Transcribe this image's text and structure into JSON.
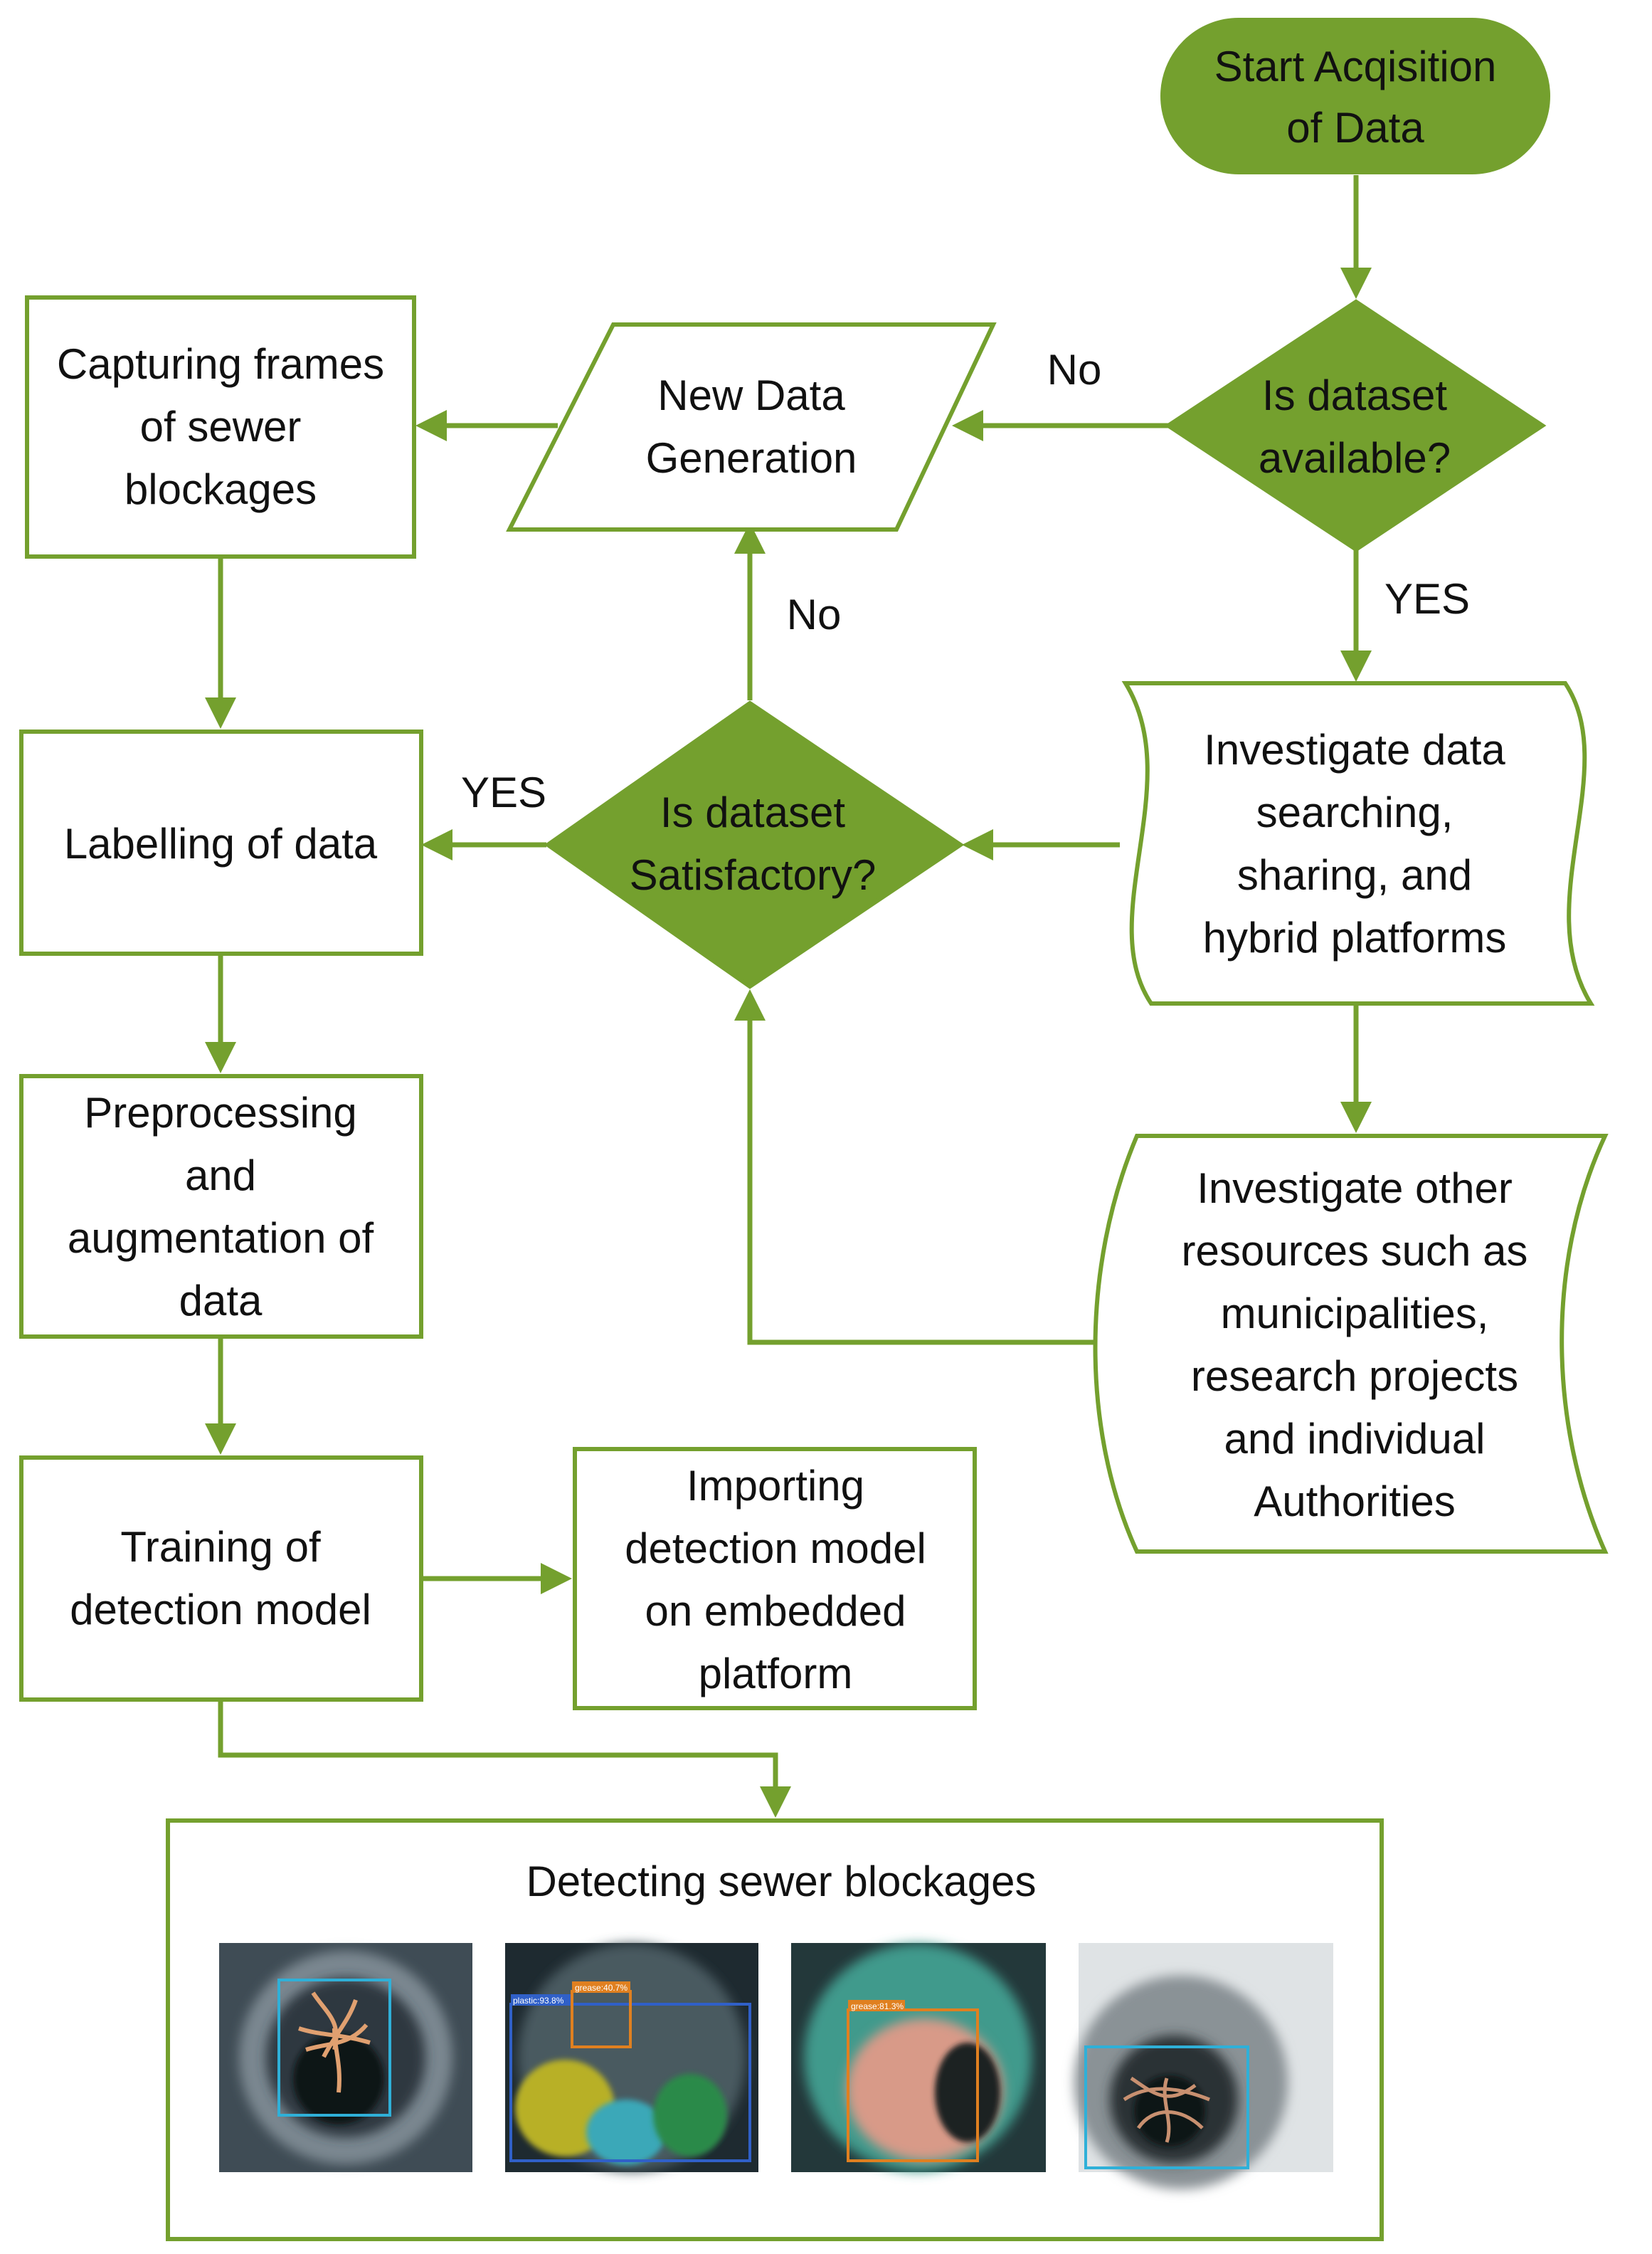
{
  "colors": {
    "accent": "#74a02e",
    "text": "#111111",
    "border": "#74a02e"
  },
  "nodes": {
    "start": {
      "lines": [
        "Start Acqisition",
        "of Data"
      ]
    },
    "dataset_available": {
      "lines": [
        "Is dataset",
        "available?"
      ]
    },
    "new_data_generation": {
      "lines": [
        "New Data",
        "Generation"
      ]
    },
    "capturing_frames": {
      "lines": [
        "Capturing frames",
        "of sewer",
        "blockages"
      ]
    },
    "investigate_platforms": {
      "lines": [
        "Investigate data",
        "searching,",
        "sharing, and",
        "hybrid platforms"
      ]
    },
    "investigate_resources": {
      "lines": [
        "Investigate other",
        "resources such as",
        "municipalities,",
        "research projects",
        "and individual",
        "Authorities"
      ]
    },
    "dataset_satisfactory": {
      "lines": [
        "Is dataset",
        "Satisfactory?"
      ]
    },
    "labelling": {
      "lines": [
        "Labelling of data"
      ]
    },
    "preprocessing": {
      "lines": [
        "Preprocessing",
        "and",
        "augmentation of",
        "data"
      ]
    },
    "training": {
      "lines": [
        "Training of",
        "detection model"
      ]
    },
    "importing": {
      "lines": [
        "Importing",
        "detection model",
        "on embedded",
        "platform"
      ]
    },
    "detecting": {
      "lines": [
        "Detecting sewer blockages"
      ]
    }
  },
  "edge_labels": {
    "no_available": "No",
    "yes_available": "YES",
    "no_satisfactory": "No",
    "yes_satisfactory": "YES"
  },
  "sample_images": [
    {
      "name": "sewer-roots-image-1",
      "detection_labels": []
    },
    {
      "name": "sewer-bottles-image",
      "detection_labels": [
        "grease:40.7%",
        "plastic:93.8%"
      ]
    },
    {
      "name": "sewer-grease-image",
      "detection_labels": [
        "grease:81.3%"
      ]
    },
    {
      "name": "sewer-roots-image-2",
      "detection_labels": []
    }
  ]
}
